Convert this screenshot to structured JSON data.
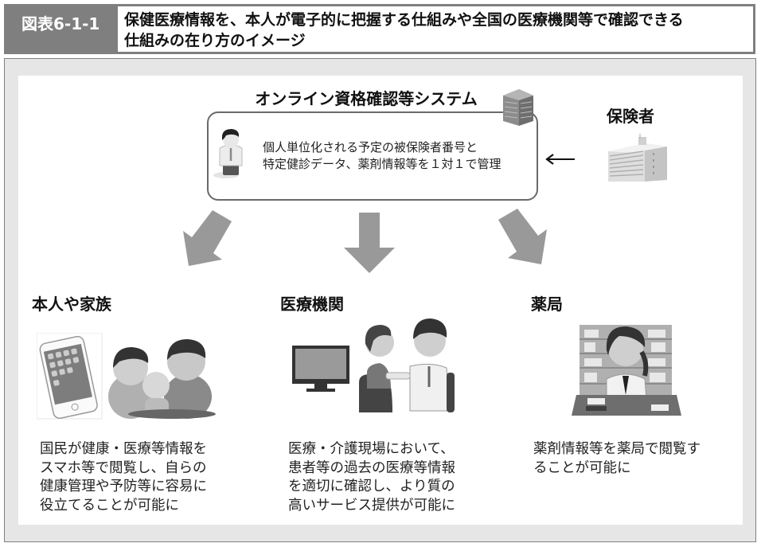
{
  "header": {
    "figure_label": "図表6-1-1",
    "title_line1": "保健医療情報を、本人が電子的に把握する仕組みや全国の医療機関等で確認できる",
    "title_line2": "仕組みの在り方のイメージ"
  },
  "system": {
    "title": "オンライン資格確認等システム",
    "text_line1": "個人単位化される予定の被保険者番号と",
    "text_line2": "特定健診データ、薬剤情報等を１対１で管理",
    "icons": [
      "person-icon",
      "server-building-icon"
    ]
  },
  "insurer": {
    "label": "保険者",
    "icon": "office-building-icon",
    "arrow": "left-arrow"
  },
  "flow_arrows": [
    "arrow-down-left",
    "arrow-down",
    "arrow-down-right"
  ],
  "sections": [
    {
      "title": "本人や家族",
      "icon": "smartphone-family-illustration",
      "lines": [
        "国民が健康・医療等情報を",
        "スマホ等で閲覧し、自らの",
        "健康管理や予防等に容易に",
        "役立てることが可能に"
      ]
    },
    {
      "title": "医療機関",
      "icon": "doctor-patient-illustration",
      "lines": [
        "医療・介護現場において、",
        "患者等の過去の医療等情報",
        "を適切に確認し、より質の",
        "高いサービス提供が可能に"
      ]
    },
    {
      "title": "薬局",
      "icon": "pharmacist-illustration",
      "lines": [
        "薬剤情報等を薬局で閲覧す",
        "ることが可能に"
      ]
    }
  ],
  "colors": {
    "header_gray": "#7f7f7f",
    "frame_gray": "#e6e6e6",
    "arrow_gray": "#999999",
    "box_border": "#6a6a6a"
  }
}
